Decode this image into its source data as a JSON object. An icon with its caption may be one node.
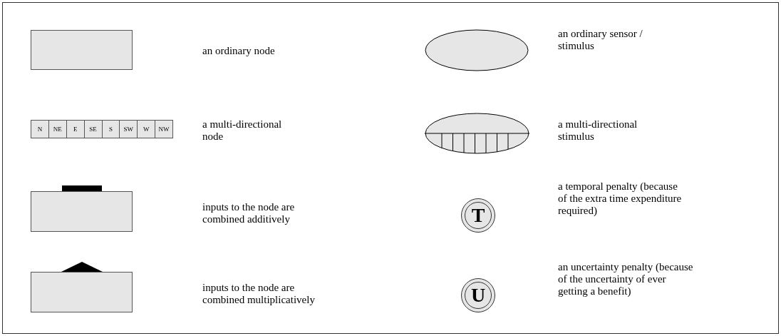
{
  "diagram": {
    "nodes": [
      {
        "text": [],
        "shape": "box"
      },
      {
        "text": [],
        "shape": "bar"
      },
      {
        "text": [
          "N"
        ],
        "in": 1
      },
      {
        "text": [
          "NE"
        ],
        "in": 1
      },
      {
        "text": [
          "E"
        ],
        "in": 1
      },
      {
        "text": [
          "SE"
        ],
        "in": 1
      },
      {
        "text": [
          "S"
        ],
        "in": 1
      },
      {
        "text": [
          "SW"
        ],
        "in": 1
      },
      {
        "text": [
          "W"
        ],
        "in": 1
      },
      {
        "text": [
          "NW"
        ],
        "in": 1
      },
      {
        "text": [],
        "shape": "box"
      },
      {
        "text": [],
        "shape": "box"
      },
      {
        "text": [],
        "shape": "ellipse"
      },
      {
        "text": [],
        "shape": "ellipse"
      },
      {
        "text": [
          "T"
        ]
      },
      {
        "text": [
          "U"
        ]
      }
    ],
    "labels": [
      "an ordinary node",
      "an ordinary sensor / stimulus",
      "a multi-directional node",
      "a multi-directional stimulus",
      "inputs to the node are combined additively",
      "a temporal penalty (because of the extra time expenditure required)",
      "inputs to the node are combined multiplicatively",
      "an uncertainty penalty (because of the uncertainty of ever getting a benefit)"
    ]
  }
}
